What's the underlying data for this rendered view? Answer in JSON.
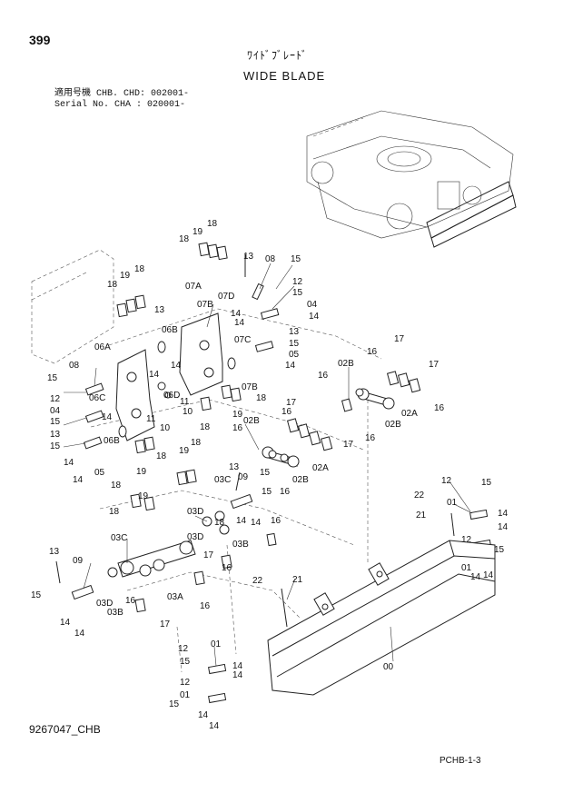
{
  "header": {
    "page_number": "399",
    "title_jp": "ﾜｲﾄﾞﾌﾞﾚｰﾄﾞ",
    "title_en": "WIDE BLADE",
    "serial_line1": "適用号機  CHB. CHD: 002001-",
    "serial_line2": "Serial No. CHA     : 020001-"
  },
  "footer": {
    "figure_number": "9267047_CHB",
    "page_code": "PCHB-1-3"
  },
  "callouts": [
    {
      "text": "18"
    },
    {
      "text": "19"
    },
    {
      "text": "18"
    },
    {
      "text": "13"
    },
    {
      "text": "08"
    },
    {
      "text": "15"
    },
    {
      "text": "19"
    },
    {
      "text": "18"
    },
    {
      "text": "18"
    },
    {
      "text": "12"
    },
    {
      "text": "15"
    },
    {
      "text": "04"
    },
    {
      "text": "07A"
    },
    {
      "text": "07D"
    },
    {
      "text": "07B"
    },
    {
      "text": "13"
    },
    {
      "text": "14"
    },
    {
      "text": "14"
    },
    {
      "text": "06B"
    },
    {
      "text": "14"
    },
    {
      "text": "07C"
    },
    {
      "text": "13"
    },
    {
      "text": "15"
    },
    {
      "text": "05"
    },
    {
      "text": "06A"
    },
    {
      "text": "14"
    },
    {
      "text": "14"
    },
    {
      "text": "08"
    },
    {
      "text": "14"
    },
    {
      "text": "02B"
    },
    {
      "text": "16"
    },
    {
      "text": "17"
    },
    {
      "text": "17"
    },
    {
      "text": "15"
    },
    {
      "text": "07B"
    },
    {
      "text": "16"
    },
    {
      "text": "12"
    },
    {
      "text": "06C"
    },
    {
      "text": "06D"
    },
    {
      "text": "11"
    },
    {
      "text": "18"
    },
    {
      "text": "16"
    },
    {
      "text": "04"
    },
    {
      "text": "10"
    },
    {
      "text": "19"
    },
    {
      "text": "02B"
    },
    {
      "text": "02A"
    },
    {
      "text": "15"
    },
    {
      "text": "14"
    },
    {
      "text": "11"
    },
    {
      "text": "18"
    },
    {
      "text": "16"
    },
    {
      "text": "17"
    },
    {
      "text": "02B"
    },
    {
      "text": "13"
    },
    {
      "text": "10"
    },
    {
      "text": "17"
    },
    {
      "text": "15"
    },
    {
      "text": "06B"
    },
    {
      "text": "18"
    },
    {
      "text": "16"
    },
    {
      "text": "19"
    },
    {
      "text": "16"
    },
    {
      "text": "14"
    },
    {
      "text": "15"
    },
    {
      "text": "02A"
    },
    {
      "text": "14"
    },
    {
      "text": "05"
    },
    {
      "text": "19"
    },
    {
      "text": "18"
    },
    {
      "text": "02B"
    },
    {
      "text": "18"
    },
    {
      "text": "19"
    },
    {
      "text": "13"
    },
    {
      "text": "15"
    },
    {
      "text": "12"
    },
    {
      "text": "15"
    },
    {
      "text": "18"
    },
    {
      "text": "03C"
    },
    {
      "text": "09"
    },
    {
      "text": "16"
    },
    {
      "text": "22"
    },
    {
      "text": "01"
    },
    {
      "text": "14"
    },
    {
      "text": "18"
    },
    {
      "text": "03D"
    },
    {
      "text": "14"
    },
    {
      "text": "14"
    },
    {
      "text": "16"
    },
    {
      "text": "21"
    },
    {
      "text": "14"
    },
    {
      "text": "03D"
    },
    {
      "text": "03B"
    },
    {
      "text": "12"
    },
    {
      "text": "15"
    },
    {
      "text": "13"
    },
    {
      "text": "03C"
    },
    {
      "text": "17"
    },
    {
      "text": "01"
    },
    {
      "text": "14"
    },
    {
      "text": "09"
    },
    {
      "text": "16"
    },
    {
      "text": "14"
    },
    {
      "text": "22"
    },
    {
      "text": "21"
    },
    {
      "text": "15"
    },
    {
      "text": "03D"
    },
    {
      "text": "03A"
    },
    {
      "text": "16"
    },
    {
      "text": "14"
    },
    {
      "text": "03B"
    },
    {
      "text": "16"
    },
    {
      "text": "17"
    },
    {
      "text": "14"
    },
    {
      "text": "12"
    },
    {
      "text": "01"
    },
    {
      "text": "15"
    },
    {
      "text": "14"
    },
    {
      "text": "00"
    },
    {
      "text": "12"
    },
    {
      "text": "14"
    },
    {
      "text": "01"
    },
    {
      "text": "15"
    },
    {
      "text": "14"
    },
    {
      "text": "14"
    }
  ]
}
